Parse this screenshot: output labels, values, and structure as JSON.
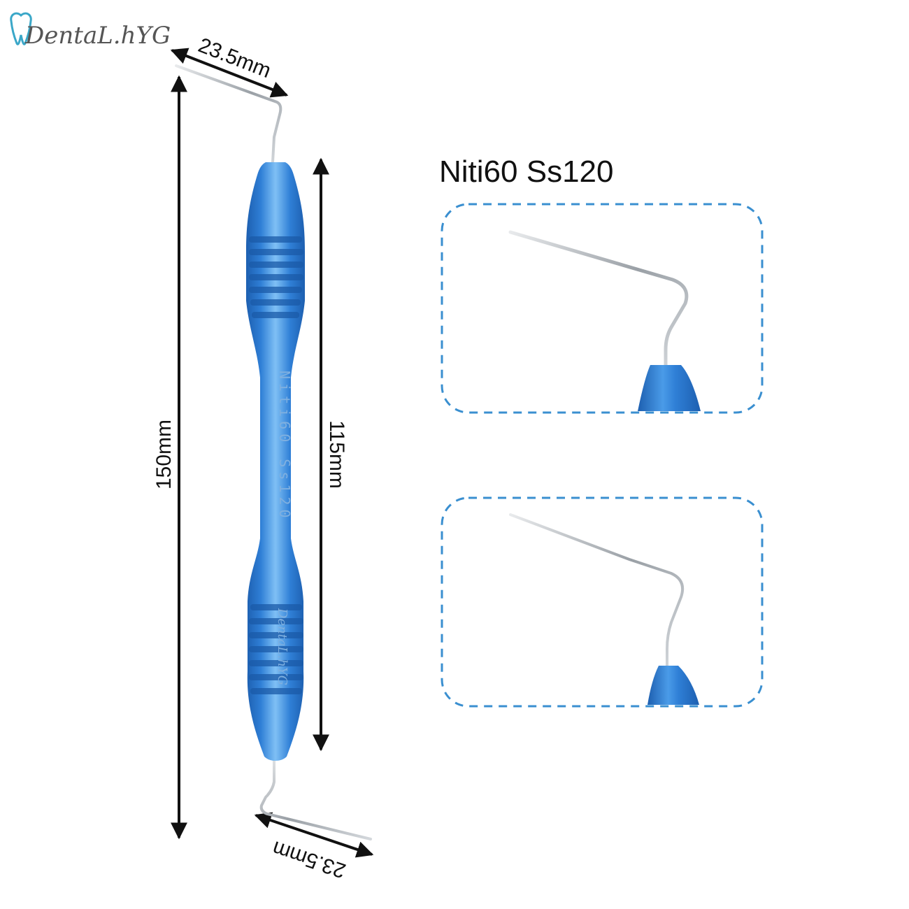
{
  "brand": {
    "logo_text": "DentaL.hYG"
  },
  "product": {
    "title": "Niti60 Ss120",
    "handle_engraving_model": "Niti60 Ss120",
    "handle_engraving_brand": "DentaL.hYG"
  },
  "dimensions": {
    "tip_top": "23.5mm",
    "tip_bottom": "23.5mm",
    "overall_length": "150mm",
    "handle_length": "115mm"
  },
  "colors": {
    "handle_blue": "#2f7fd6",
    "handle_highlight": "#7fc0f5",
    "handle_shadow": "#1d5fb0",
    "dashed_frame": "#3a8fd0",
    "arrow": "#111111",
    "wire": "#b8bcc0"
  },
  "icons": {
    "logo": "tooth-icon"
  }
}
